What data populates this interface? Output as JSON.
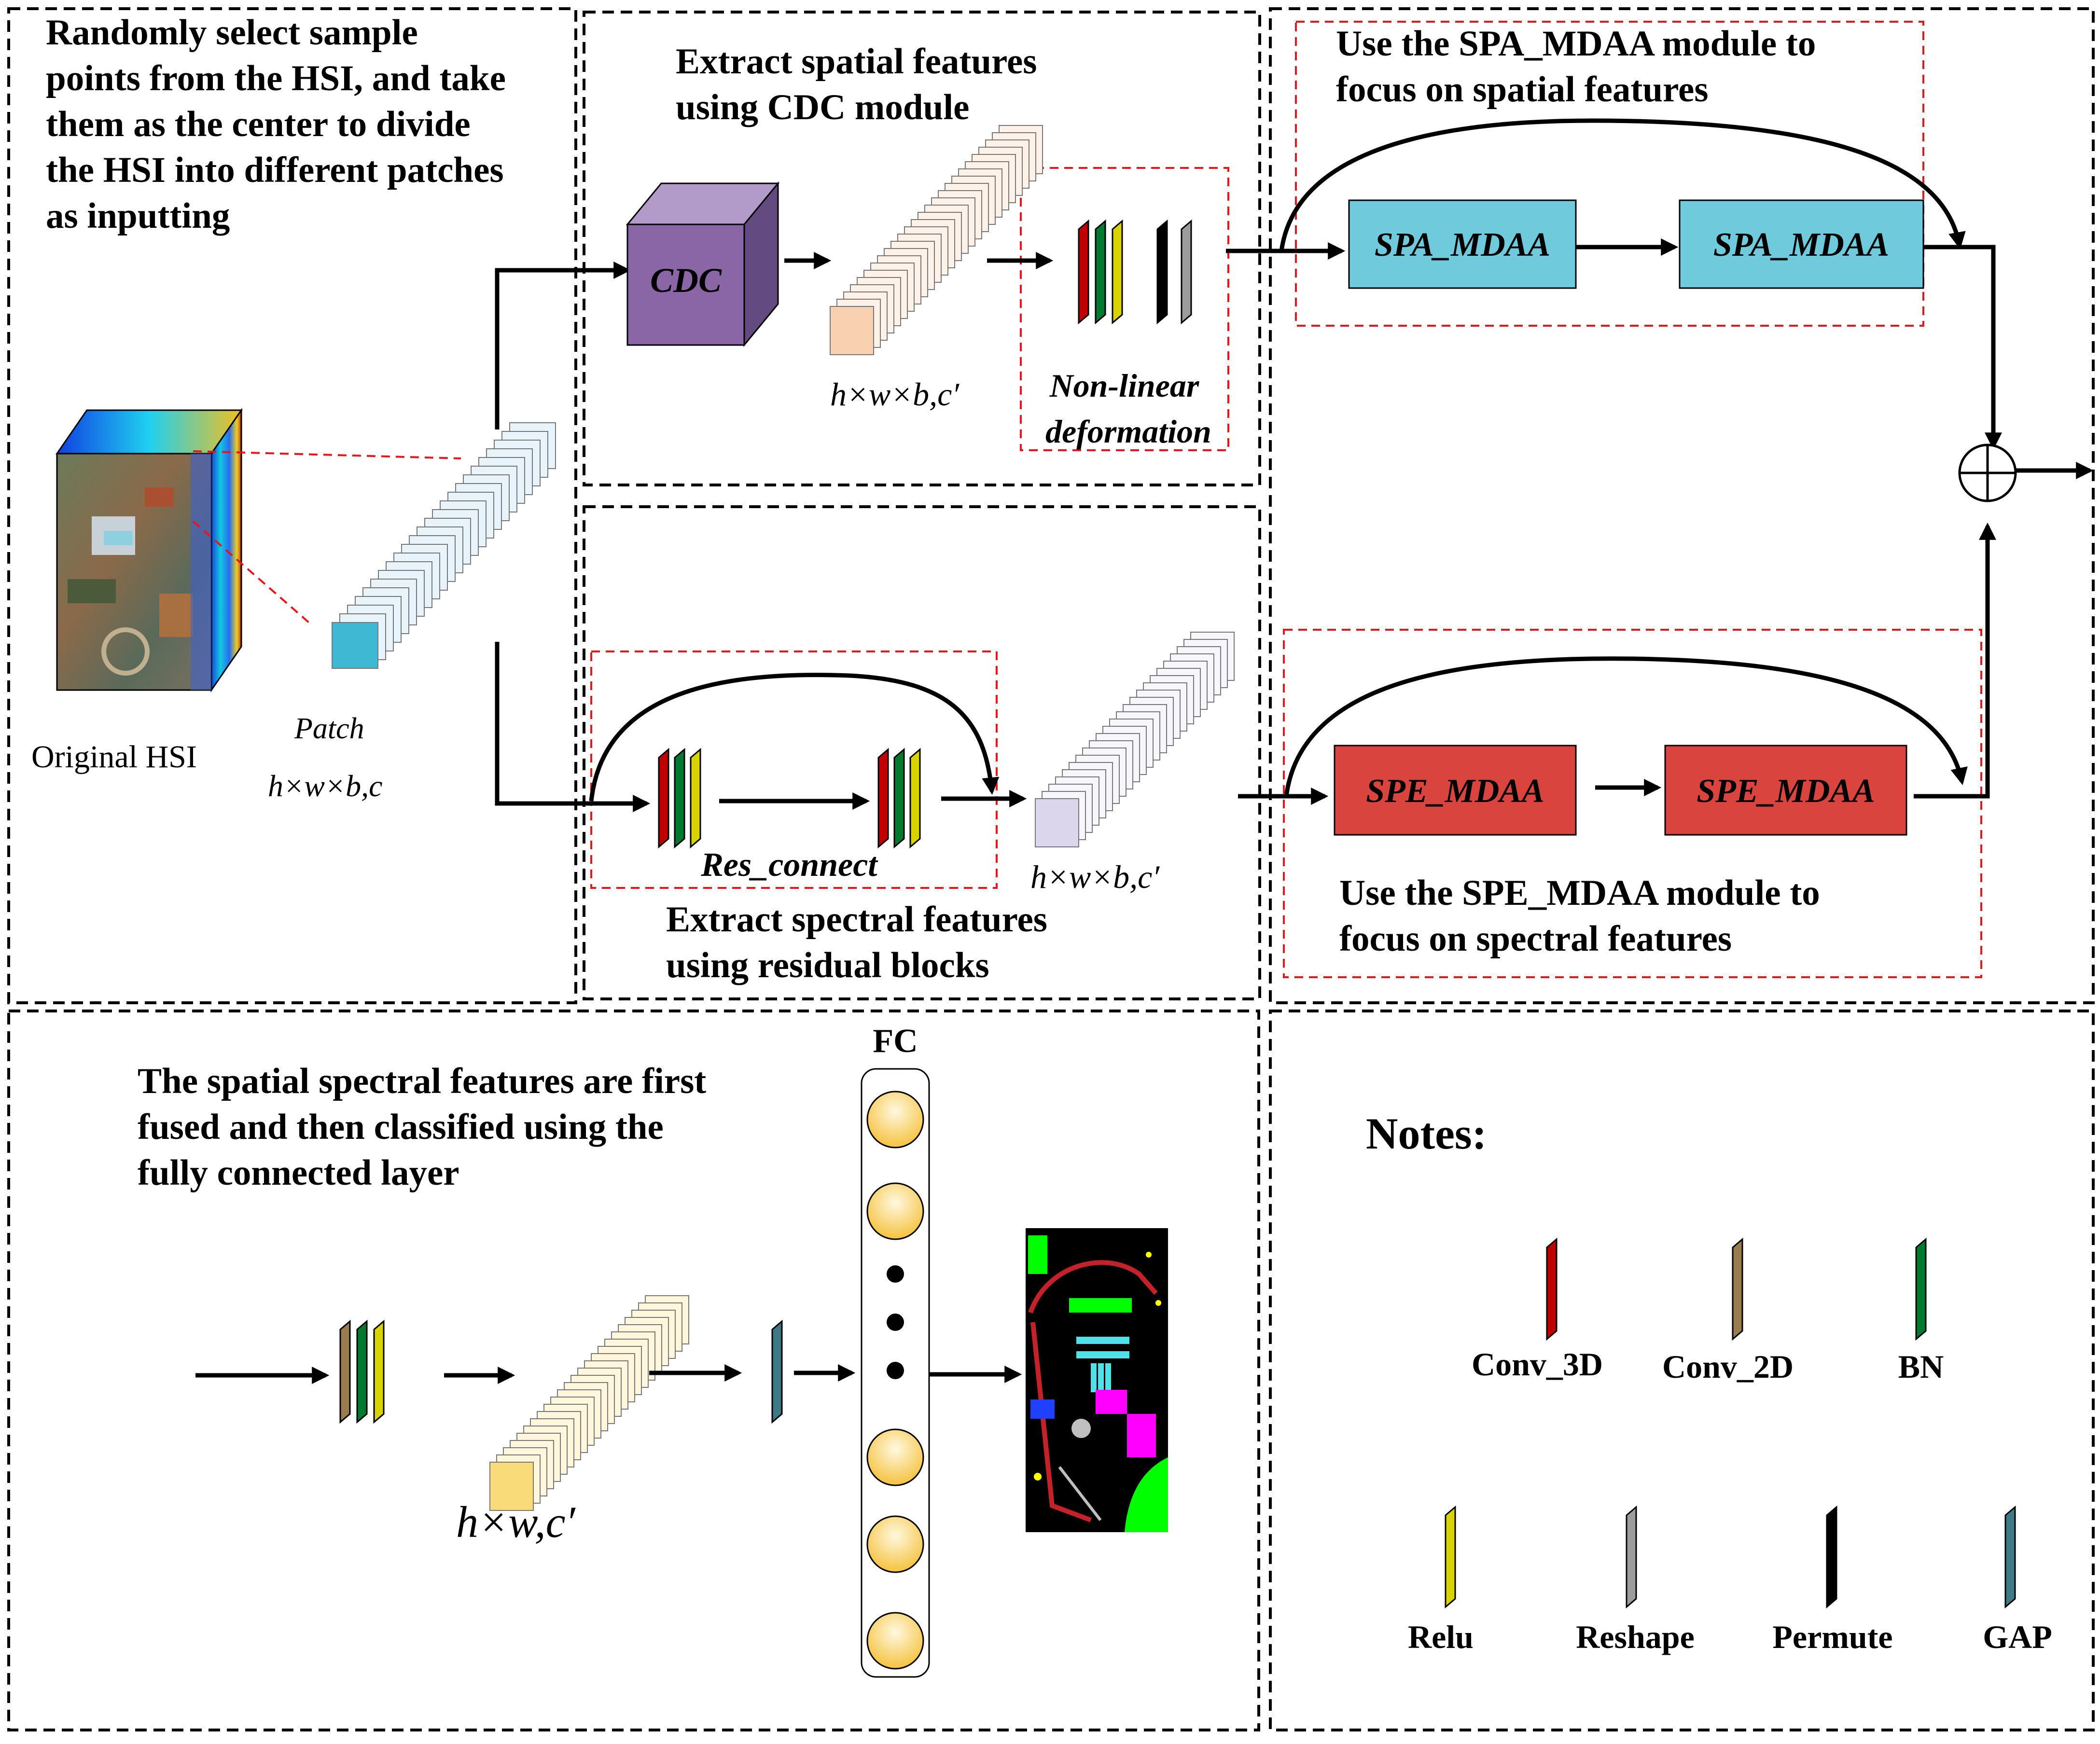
{
  "colors": {
    "conv3d": "#c00000",
    "conv2d": "#9a7d4e",
    "bn": "#007a2f",
    "relu": "#d9d400",
    "reshape": "#9c9c9c",
    "permute": "#000000",
    "gap": "#3e7a86",
    "cdc": "#8a66a6",
    "spa": "#6fcbdc",
    "spe": "#d9453e",
    "fc_node": "#f9d77a",
    "red_dash": "#e8151b"
  },
  "input_panel": {
    "caption": [
      "Randomly select sample",
      "points from the HSI, and take",
      "them as the center to divide",
      "the HSI into different patches",
      "as inputting"
    ],
    "original_label": "Original HSI",
    "patch_label": "Patch",
    "patch_dims": "h×w×b,c"
  },
  "spatial_panel": {
    "caption": [
      "Extract spatial features",
      "using CDC module"
    ],
    "cdc_label": "CDC",
    "feature_dims": "h×w×b,c′",
    "nonlinear_label": [
      "Non-linear",
      "deformation"
    ]
  },
  "spectral_panel": {
    "caption": [
      "Extract spectral features",
      "using residual blocks"
    ],
    "res_label": "Res_connect",
    "feature_dims": "h×w×b,c′"
  },
  "spa_panel": {
    "caption": [
      "Use the SPA_MDAA module to",
      "focus on spatial features"
    ],
    "block1": "SPA_MDAA",
    "block2": "SPA_MDAA"
  },
  "spe_panel": {
    "caption": [
      "Use the SPE_MDAA module to",
      "focus on spectral features"
    ],
    "block1": "SPE_MDAA",
    "block2": "SPE_MDAA"
  },
  "classify_panel": {
    "caption": [
      "The spatial spectral features are first",
      "fused and then classified using the",
      "fully connected layer"
    ],
    "fc_label": "FC",
    "feature_dims": "h×w,c′"
  },
  "notes": {
    "title": "Notes:",
    "items": [
      "Conv_3D",
      "Conv_2D",
      "BN",
      "Relu",
      "Reshape",
      "Permute",
      "GAP"
    ]
  }
}
